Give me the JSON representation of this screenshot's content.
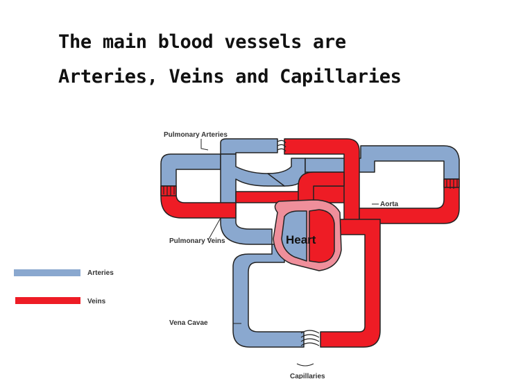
{
  "title": {
    "line1": "The main blood vessels are",
    "line2": "Arteries, Veins and Capillaries"
  },
  "diagram": {
    "labels": {
      "pulmonary_arteries": "Pulmonary Arteries",
      "aorta": "Aorta",
      "pulmonary_veins": "Pulmonary Veins",
      "heart": "Heart",
      "vena_cavae": "Vena Cavae",
      "capillaries": "Capillaries"
    },
    "legend": {
      "arteries": "Arteries",
      "veins": "Veins"
    },
    "colors": {
      "blue": "#8aa8cf",
      "red": "#ee1c25",
      "heart_outer": "#ef8f9b",
      "outline": "#222222"
    }
  }
}
